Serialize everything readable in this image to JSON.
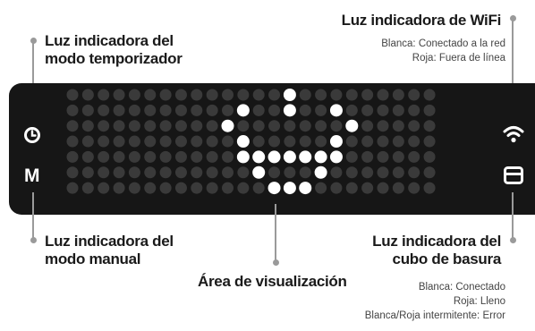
{
  "callouts": {
    "timer": {
      "line1": "Luz indicadora del",
      "line2": "modo temporizador"
    },
    "wifi": {
      "title": "Luz indicadora de WiFi",
      "desc1": "Blanca: Conectado a la red",
      "desc2": "Roja: Fuera de línea"
    },
    "manual": {
      "line1": "Luz indicadora del",
      "line2": "modo manual"
    },
    "display": {
      "title": "Área de visualización"
    },
    "bin": {
      "line1": "Luz indicadora del",
      "line2": "cubo de basura",
      "desc1": "Blanca: Conectado",
      "desc2": "Roja: Lleno",
      "desc3": "Blanca/Roja intermitente: Error"
    }
  },
  "device": {
    "manual_letter": "M",
    "icons": [
      "clock-icon",
      "wifi-icon",
      "bin-icon"
    ]
  },
  "colors": {
    "panel": "#161616",
    "dot_off": "#3a3a3a",
    "dot_on": "#ffffff",
    "leader": "#9a9a9a"
  },
  "matrix": {
    "rows": 7,
    "cols": 24,
    "lit": [
      [
        0,
        14
      ],
      [
        1,
        14
      ],
      [
        1,
        11
      ],
      [
        1,
        17
      ],
      [
        2,
        10
      ],
      [
        2,
        18
      ],
      [
        3,
        11
      ],
      [
        3,
        17
      ],
      [
        4,
        11
      ],
      [
        4,
        12
      ],
      [
        4,
        13
      ],
      [
        4,
        14
      ],
      [
        4,
        15
      ],
      [
        4,
        16
      ],
      [
        4,
        17
      ],
      [
        5,
        12
      ],
      [
        5,
        16
      ],
      [
        6,
        13
      ],
      [
        6,
        14
      ],
      [
        6,
        15
      ]
    ]
  }
}
